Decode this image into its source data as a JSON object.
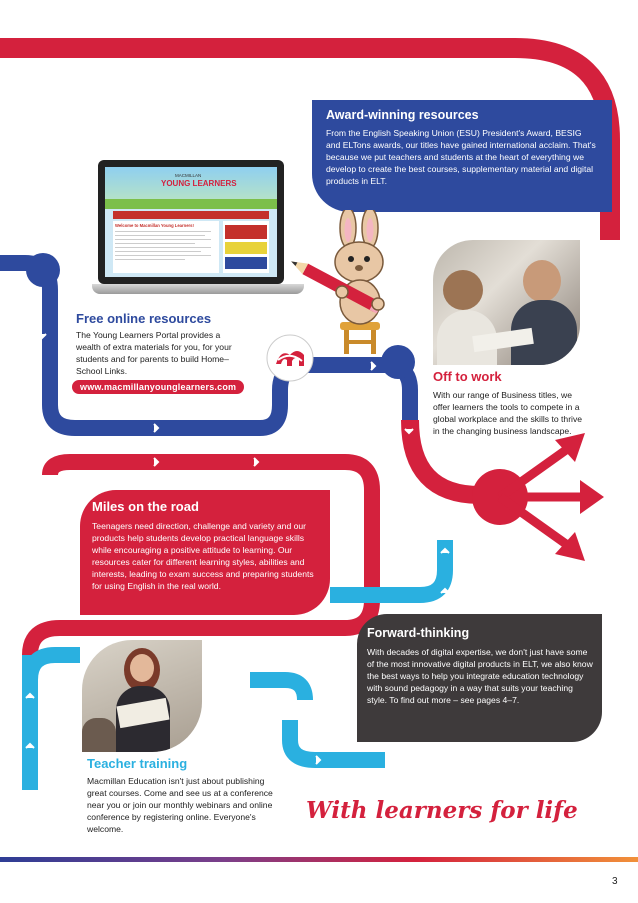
{
  "award": {
    "title": "Award-winning resources",
    "text": "From the English Speaking Union (ESU) President's Award, BESIG and ELTons awards, our titles have gained international acclaim. That's because we put teachers and students at the heart of everything we develop to create the best courses, supplementary material and digital products in ELT."
  },
  "free_online": {
    "title": "Free online resources",
    "text": "The Young Learners Portal provides a wealth of extra materials for you, for your students and for parents to build Home–School Links.",
    "url": "www.macmillanyounglearners.com"
  },
  "laptop_screen": {
    "brand_small": "MACMILLAN",
    "brand_big": "YOUNG LEARNERS",
    "welcome": "Welcome to Macmillan Young Learners!"
  },
  "off_to_work": {
    "title": "Off to work",
    "text": "With our range of Business titles, we offer learners the tools to compete in a global workplace and the skills to thrive in the changing business landscape."
  },
  "miles": {
    "title": "Miles on the road",
    "text": "Teenagers need direction, challenge and variety and our products help students develop practical language skills while encouraging a positive attitude to learning. Our resources cater for different learning styles, abilities and interests, leading to exam success and preparing students for using English in the real world."
  },
  "forward": {
    "title": "Forward-thinking",
    "text": "With decades of digital expertise, we don't just have some of the most innovative digital products in ELT, we also know the best ways to help you integrate education technology with sound pedagogy in a way that suits your teaching style. To find out more – see pages 4–7."
  },
  "teacher": {
    "title": "Teacher training",
    "text": "Macmillan Education isn't just about publishing great courses. Come and see us at a conference near you or join our monthly webinars and online conference by registering online. Everyone's welcome."
  },
  "tagline": "With learners for life",
  "page_number": "3",
  "colors": {
    "red": "#d4213d",
    "blue": "#2e4a9e",
    "cyan": "#2ab0e0",
    "dark": "#3e3a3b"
  }
}
